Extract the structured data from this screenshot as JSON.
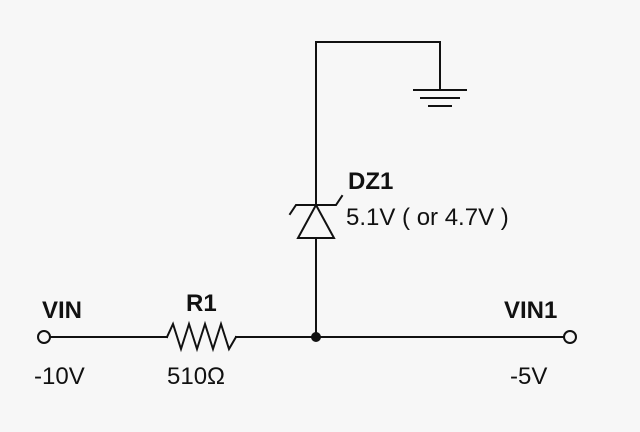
{
  "schematic": {
    "vin": {
      "name": "VIN",
      "value": "-10V"
    },
    "r1": {
      "name": "R1",
      "value": "510Ω"
    },
    "dz1": {
      "name": "DZ1",
      "value": "5.1V ( or 4.7V )"
    },
    "vin1": {
      "name": "VIN1",
      "value": "-5V"
    }
  },
  "colors": {
    "background": "#f7f7f7",
    "ink": "#111111"
  }
}
